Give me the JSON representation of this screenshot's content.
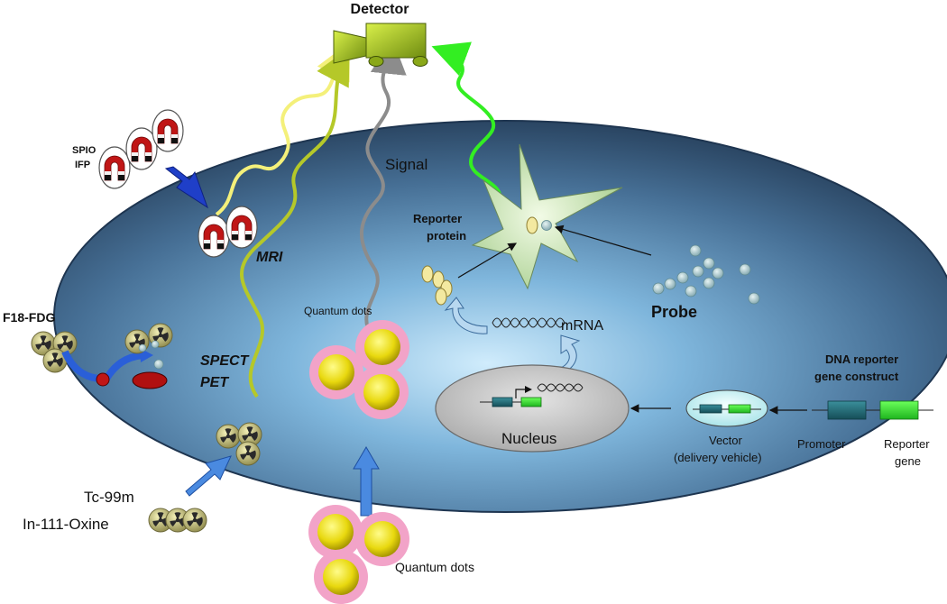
{
  "labels": {
    "detector": "Detector",
    "spio": "SPIO",
    "ifp": "IFP",
    "signal": "Signal",
    "reporter_protein_line1": "Reporter",
    "reporter_protein_line2": "protein",
    "mri": "MRI",
    "f18_fdg": "F18-FDG",
    "spect": "SPECT",
    "pet": "PET",
    "quantum_dots_inner": "Quantum dots",
    "mrna": "mRNA",
    "probe": "Probe",
    "dna_construct_line1": "DNA reporter",
    "dna_construct_line2": "gene construct",
    "nucleus": "Nucleus",
    "vector_line1": "Vector",
    "vector_line2": "(delivery vehicle)",
    "promoter": "Promoter",
    "reporter_gene_line1": "Reporter",
    "reporter_gene_line2": "gene",
    "tc99m": "Tc-99m",
    "in111": "In-111-Oxine",
    "quantum_dots_outer": "Quantum dots"
  },
  "colors": {
    "cell_dark": "#2f4a66",
    "cell_light": "#c4e4f8",
    "yellow_wave": "#f4f07a",
    "olive_wave": "#b5c829",
    "gray_wave": "#8c8c8c",
    "green_wave": "#33ee22",
    "magnet_red": "#c01616",
    "qdot_yellow": "#eee020",
    "qdot_pink": "#f2a3c8",
    "blue_arrow": "#1f3fc8",
    "light_blue_arrow": "#4a8ae0",
    "promoter": "#1f6a78",
    "reporter_gene": "#33e033",
    "nucleus_gray": "#c3c3c3",
    "detector_green": "#8aa818"
  },
  "icons": [
    "magnet-icon",
    "radioactive-icon",
    "quantum-dot-icon",
    "detector-camera-icon",
    "cell-icon",
    "dna-helix-icon"
  ]
}
